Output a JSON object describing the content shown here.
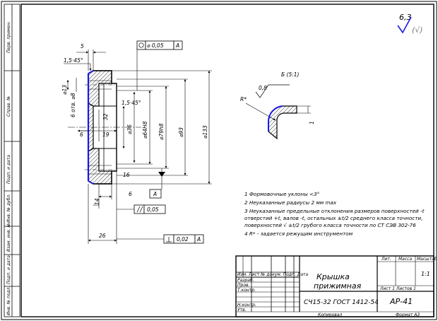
{
  "drawing": {
    "roughness": {
      "main": "6,3",
      "rest": "(√)"
    },
    "dims": {
      "d5": "5",
      "chamfer_top": "1,5·45°",
      "tol_flat": "⌀ 0,05",
      "tol_flat_datum": "A",
      "d13": "⌀13",
      "holes": "6 отв. ⌀8",
      "chamfer_inner": "1,5·45°",
      "d32": "32",
      "d6": "6",
      "d19": "19",
      "d36": "⌀36",
      "d64": "⌀64H8",
      "d79": "⌀79h8",
      "d93": "⌀93",
      "d133": "⌀133",
      "d16": "16",
      "d14": "14",
      "d6b": "6",
      "datum_A": "A",
      "tol_par": "0,05",
      "d26": "26",
      "tol_perp": "0,02",
      "tol_perp_datum": "A"
    },
    "detail": {
      "label": "Б (5:1)",
      "r_star": "R*",
      "rough": "0,8",
      "d1": "1"
    },
    "notes": [
      "1  Формовочные уклоны <3°",
      "2  Неуказанные радиусы 2 мм max",
      "3  Неуказанные предельные отклонения размеров поверхностей -t",
      "    отверстий +t, валов -t, остальных ±t/2 среднего класса точности,",
      "    поверхностей √ ±t/2 грубого класса точности по СТ СЭВ 302-76",
      "4  R* - задается режущим инструментом"
    ],
    "side_labels": [
      "Перв. примен.",
      "Справ. №",
      "Подп. и дата",
      "Инв. № дубл.",
      "Взам. инв. №",
      "Подп. и дата",
      "Инв. № подл."
    ]
  },
  "title_block": {
    "part_name_1": "Крышка",
    "part_name_2": "прижимная",
    "material": "СЧ15-32 ГОСТ 1412-54",
    "designation": "АР-41",
    "sheet_label": "Лит.",
    "mass_label": "Масса",
    "scale_label": "Масштаб",
    "scale_value": "1:1",
    "sheets": "Лист   1   Листов   1",
    "rows": [
      "Изм. Лист  № докум.  Подп.  Дата",
      "Разраб.",
      "Пров.",
      "Т.контр.",
      "Н.контр.",
      "Утв."
    ],
    "copied": "Копировал",
    "format": "Формат   А3"
  }
}
